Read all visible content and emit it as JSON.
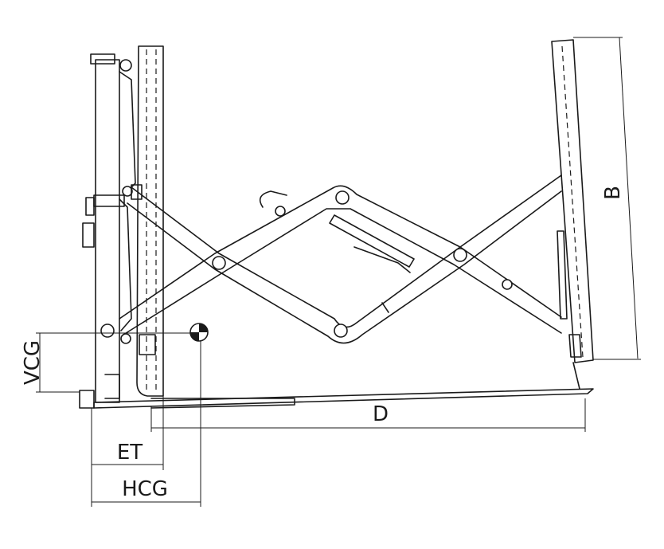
{
  "labels": {
    "B": "B",
    "D": "D",
    "VCG": "VCG",
    "ET": "ET",
    "HCG": "HCG"
  },
  "colors": {
    "line": "#1a1a1a",
    "background": "#ffffff"
  }
}
